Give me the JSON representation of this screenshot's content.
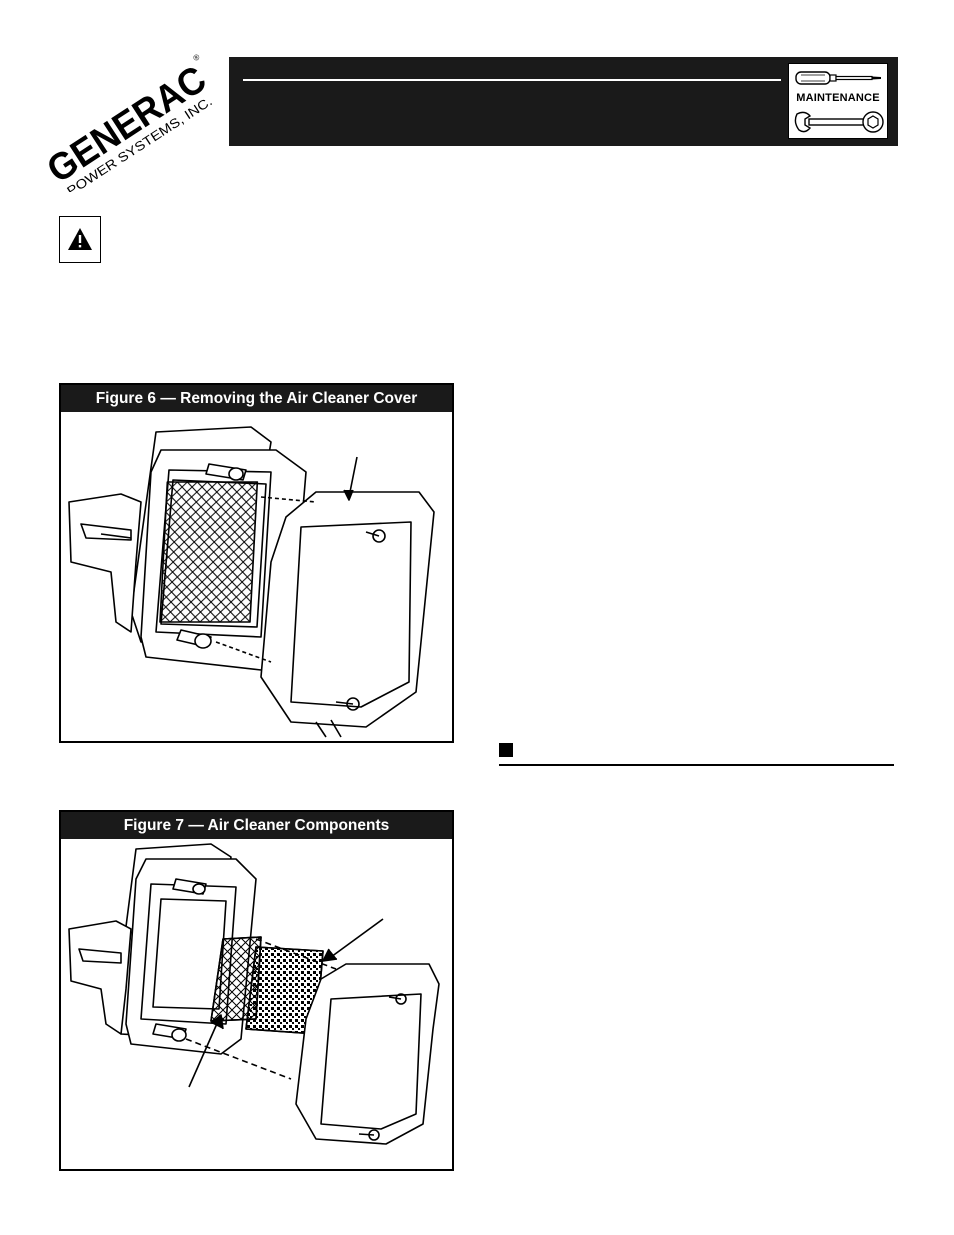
{
  "header": {
    "logo_brand": "GENERAC",
    "logo_sub": "POWER SYSTEMS, INC.",
    "badge_label": "MAINTENANCE"
  },
  "figures": [
    {
      "title": "Figure 6 — Removing the Air Cleaner Cover"
    },
    {
      "title": "Figure 7 — Air Cleaner Components"
    }
  ],
  "icons": [
    "warning-icon",
    "screwdriver-icon",
    "wrench-icon"
  ]
}
